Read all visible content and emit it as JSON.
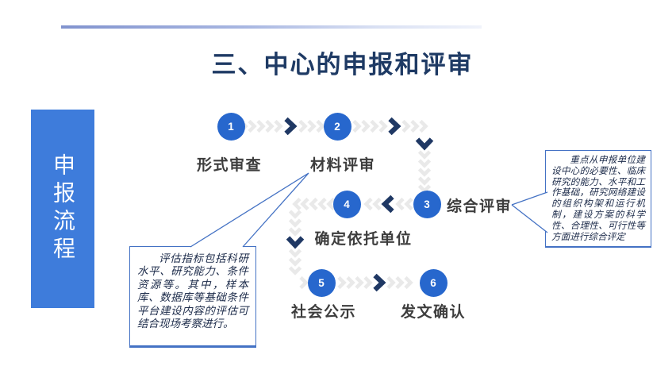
{
  "slide": {
    "title": "三、中心的申报和评审",
    "sidebar_label": "申报流程"
  },
  "flow": {
    "steps": [
      {
        "num": "1",
        "label": "形式审查"
      },
      {
        "num": "2",
        "label": "材料评审"
      },
      {
        "num": "3",
        "label": "综合评审"
      },
      {
        "num": "4",
        "label": "确定依托单位"
      },
      {
        "num": "5",
        "label": "社会公示"
      },
      {
        "num": "6",
        "label": "发文确认"
      }
    ]
  },
  "callouts": {
    "material_review_note": "评估指标包括科研水平、研究能力、条件资源等。其中，样本库、数据库等基础条件平台建设内容的评估可结合现场考察进行。",
    "comprehensive_review_note": "重点从申报单位建设中心的必要性、临床研究的能力、水平和工作基础，研究网络建设的组织构架和运行机制，建设方案的科学性、合理性、可行性等方面进行综合评定"
  },
  "colors": {
    "step_circle_blue": "#2767cd",
    "sidebar_blue": "#3e7cdb",
    "dark_chevron_navy": "#1f3864",
    "light_chevron_gray": "#e9e9e9",
    "callout_line_blue": "#4472c4",
    "title_navy": "#1e3a64"
  }
}
